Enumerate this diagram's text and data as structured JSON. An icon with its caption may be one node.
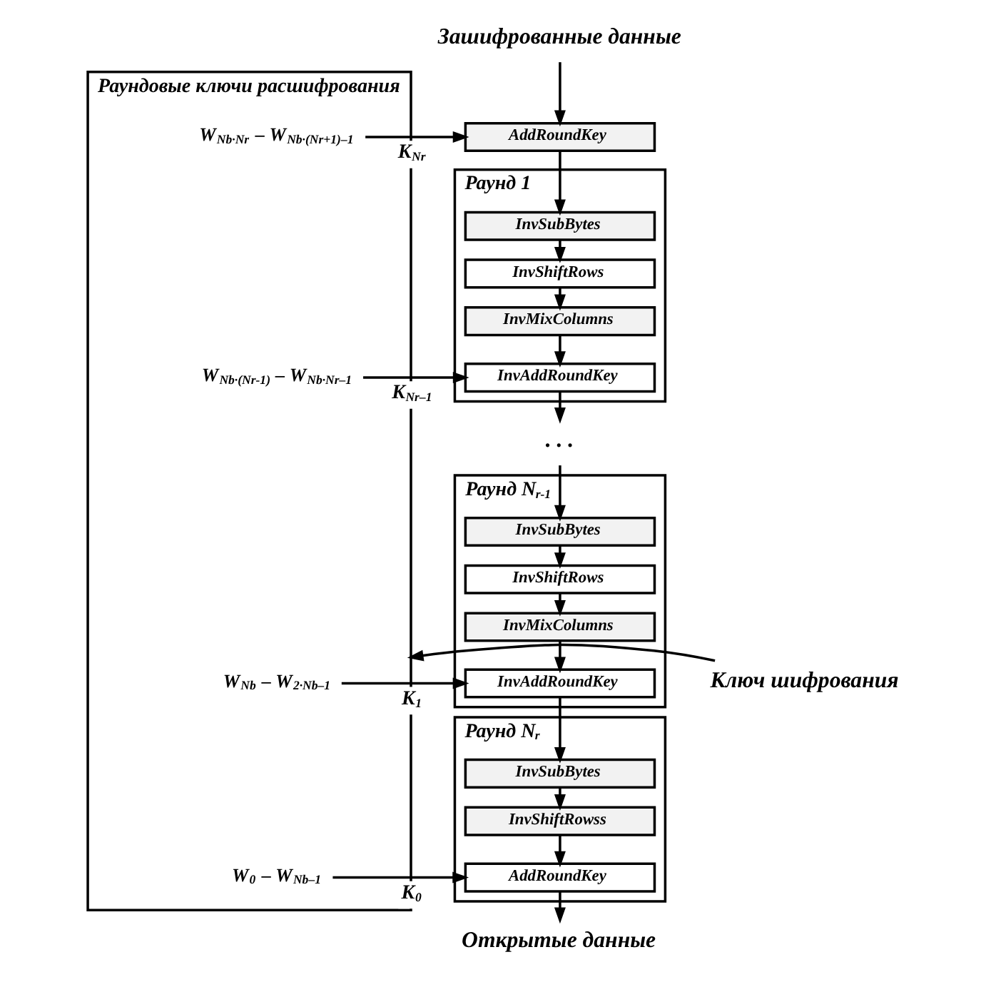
{
  "diagram": {
    "nodes": [
      {
        "text": [
          "Зашифрованные данные"
        ]
      },
      {
        "text": [
          "AddRoundKey"
        ]
      },
      {
        "text": [
          "Раунд 1"
        ]
      },
      {
        "text": [
          "InvSubBytes"
        ],
        "in": 2
      },
      {
        "text": [
          "InvShiftRows"
        ],
        "in": 2
      },
      {
        "text": [
          "InvMixColumns"
        ],
        "in": 2
      },
      {
        "text": [
          "InvAddRoundKey"
        ],
        "in": 2
      },
      {
        "text": [
          ". . ."
        ]
      },
      {
        "text": [
          "Раунд N$_{r-1}$"
        ]
      },
      {
        "text": [
          "InvSubBytes"
        ],
        "in": 8
      },
      {
        "text": [
          "InvShiftRows"
        ],
        "in": 8
      },
      {
        "text": [
          "InvMixColumns"
        ],
        "in": 8
      },
      {
        "text": [
          "InvAddRoundKey"
        ],
        "in": 8
      },
      {
        "text": [
          "Раунд N$_{r}$"
        ]
      },
      {
        "text": [
          "InvSubBytes"
        ],
        "in": 13
      },
      {
        "text": [
          "InvShiftRowss"
        ],
        "in": 13
      },
      {
        "text": [
          "AddRoundKey"
        ],
        "in": 13
      },
      {
        "text": [
          "Открытые данные"
        ]
      },
      {
        "text": [
          "Раундовые ключи расшифрования"
        ]
      },
      {
        "text": [
          "W$_{Nb·Nr}$ – W$_{Nb·(Nr+1)–1}$"
        ],
        "in": 18
      },
      {
        "text": [
          "W$_{Nb·(Nr-1)}$ – W$_{Nb·Nr–1}$"
        ],
        "in": 18
      },
      {
        "text": [
          "W$_{Nb}$ – W$_{2·Nb–1}$"
        ],
        "in": 18
      },
      {
        "text": [
          "W$_{0}$ – W$_{Nb–1}$"
        ],
        "in": 18
      },
      {
        "text": [
          "Ключ шифрования"
        ]
      }
    ],
    "edges": [
      {
        "from": 0,
        "to": 1,
        "arrow": "to"
      },
      {
        "from": 1,
        "to": 3,
        "arrow": "to"
      },
      {
        "from": 3,
        "to": 4,
        "arrow": "to"
      },
      {
        "from": 4,
        "to": 5,
        "arrow": "to"
      },
      {
        "from": 5,
        "to": 6,
        "arrow": "to"
      },
      {
        "from": 6,
        "to": 7,
        "arrow": "to"
      },
      {
        "from": 7,
        "to": 9,
        "arrow": "to"
      },
      {
        "from": 9,
        "to": 10,
        "arrow": "to"
      },
      {
        "from": 10,
        "to": 11,
        "arrow": "to"
      },
      {
        "from": 11,
        "to": 12,
        "arrow": "to"
      },
      {
        "from": 12,
        "to": 14,
        "arrow": "to"
      },
      {
        "from": 14,
        "to": 15,
        "arrow": "to"
      },
      {
        "from": 15,
        "to": 16,
        "arrow": "to"
      },
      {
        "from": 16,
        "to": 17,
        "arrow": "to"
      },
      {
        "from": 19,
        "to": 1,
        "arrow": "to",
        "label": "K$_{Nr}$"
      },
      {
        "from": 20,
        "to": 6,
        "arrow": "to",
        "label": "K$_{Nr–1}$"
      },
      {
        "from": 21,
        "to": 12,
        "arrow": "to",
        "label": "K$_{1}$"
      },
      {
        "from": 22,
        "to": 16,
        "arrow": "to",
        "label": "K$_{0}$"
      },
      {
        "from": 23,
        "to": 18,
        "arrow": "to"
      }
    ]
  }
}
